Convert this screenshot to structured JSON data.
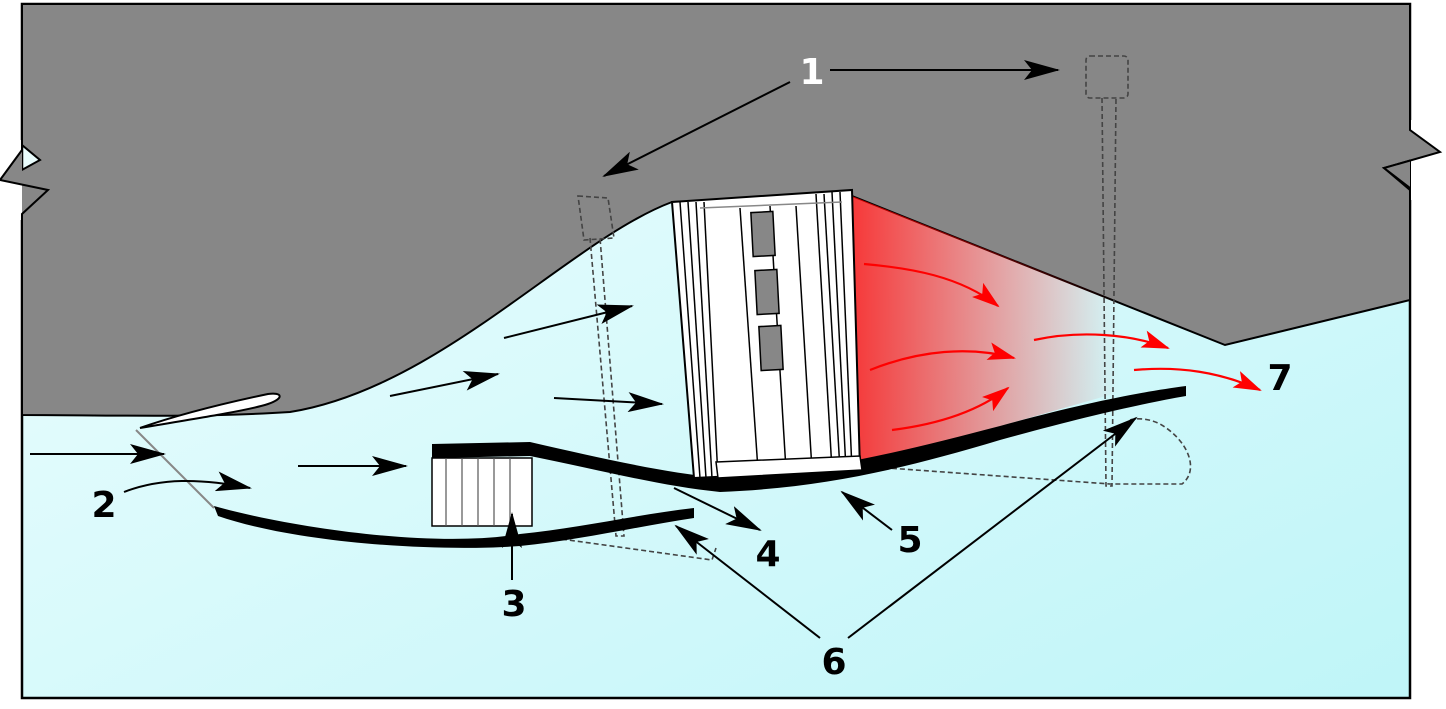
{
  "colors": {
    "fuselage": "#878787",
    "air": "#d8fbfc",
    "air_light": "#f0fefe",
    "outline": "#000000",
    "exhaust": "#ff0000",
    "label_dark": "#000000",
    "label_light": "#ffffff"
  },
  "callouts": {
    "c1": "1",
    "c2": "2",
    "c3": "3",
    "c4": "4",
    "c5": "5",
    "c6": "6",
    "c7": "7"
  }
}
